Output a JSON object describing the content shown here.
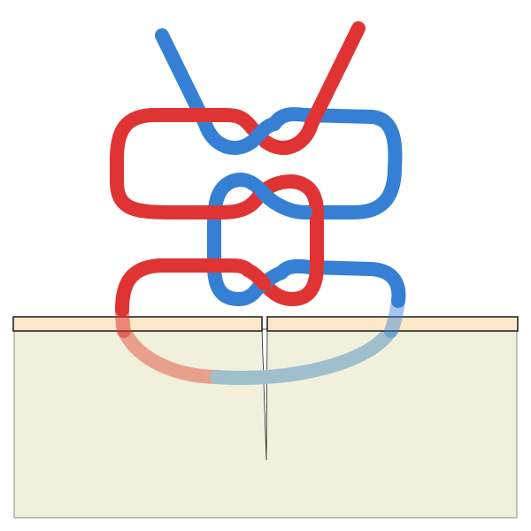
{
  "diagram": {
    "description_visible_text": "",
    "colors": {
      "background": "#ffffff",
      "thread_red": "#e03434",
      "thread_blue": "#3580d4",
      "skin_surface": "#fde7c8",
      "skin_border": "#1a1a1a",
      "tissue": "#f1f0dc",
      "tissue_border": "#8c8c7c",
      "buried_red": "#e8a08a",
      "buried_blue": "#9fbfcc"
    },
    "elements": [
      "red-suture-thread",
      "blue-suture-thread",
      "skin-surface-left",
      "skin-surface-right",
      "tissue-block",
      "wound-incision"
    ]
  }
}
